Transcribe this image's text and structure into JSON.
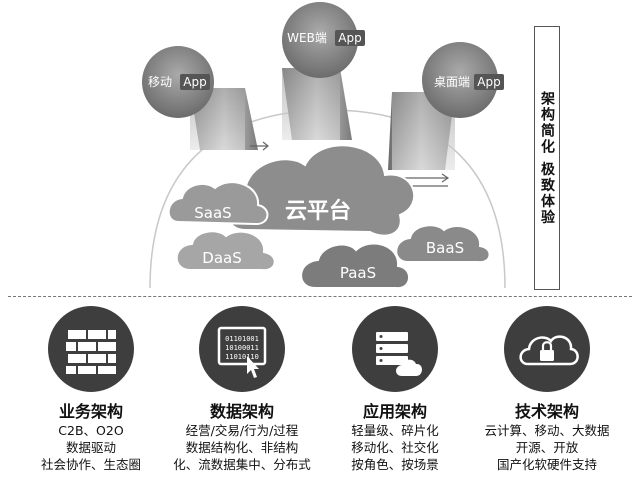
{
  "apps": {
    "mobile": {
      "label": "移动",
      "tag": "App"
    },
    "web": {
      "label": "WEB端",
      "tag": "App"
    },
    "desktop": {
      "label": "桌面端",
      "tag": "App"
    }
  },
  "cloud": {
    "main": "云平台",
    "saas": "SaaS",
    "daas": "DaaS",
    "paas": "PaaS",
    "baas": "BaaS"
  },
  "side_label": "架构简化 极致体验",
  "columns": [
    {
      "title": "业务架构",
      "lines": [
        "C2B、O2O",
        "数据驱动",
        "社会协作、生态圈"
      ],
      "icon": "brick-wall-icon"
    },
    {
      "title": "数据架构",
      "lines": [
        "经营/交易/行为/过程",
        "数据结构化、非结构",
        "化、流数据集中、分布式"
      ],
      "icon": "binary-tablet-icon"
    },
    {
      "title": "应用架构",
      "lines": [
        "轻量级、碎片化",
        "移动化、社交化",
        "按角色、按场景"
      ],
      "icon": "server-cloud-icon"
    },
    {
      "title": "技术架构",
      "lines": [
        "云计算、移动、大数据",
        "开源、开放",
        "国产化软硬件支持"
      ],
      "icon": "cloud-lock-icon"
    }
  ],
  "colors": {
    "dark": "#3e3e3e",
    "grey": "#9a9a9a",
    "light": "#e8e8e8"
  }
}
